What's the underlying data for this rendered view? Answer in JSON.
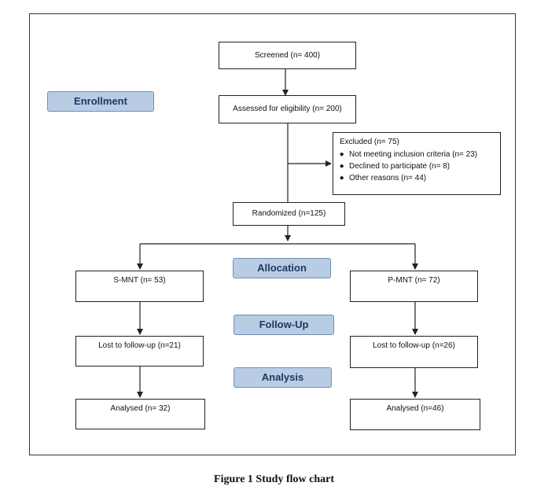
{
  "stages": {
    "enrollment": "Enrollment",
    "allocation": "Allocation",
    "follow_up": "Follow-Up",
    "analysis": "Analysis"
  },
  "boxes": {
    "screened": "Screened (n= 400)",
    "assessed": "Assessed for eligibility (n= 200)",
    "randomized": "Randomized (n=125)",
    "s_mnt": "S-MNT (n= 53)",
    "p_mnt": "P-MNT (n= 72)",
    "s_lost": "Lost to follow-up (n=21)",
    "p_lost": "Lost to follow-up (n=26)",
    "s_analysed": "Analysed (n= 32)",
    "p_analysed": "Analysed (n=46)"
  },
  "excluded": {
    "title": "Excluded (n= 75)",
    "reasons": [
      "Not meeting inclusion criteria (n= 23)",
      "Declined to participate (n= 8)",
      "Other reasons (n= 44)"
    ]
  },
  "caption": "Figure 1 Study flow chart"
}
